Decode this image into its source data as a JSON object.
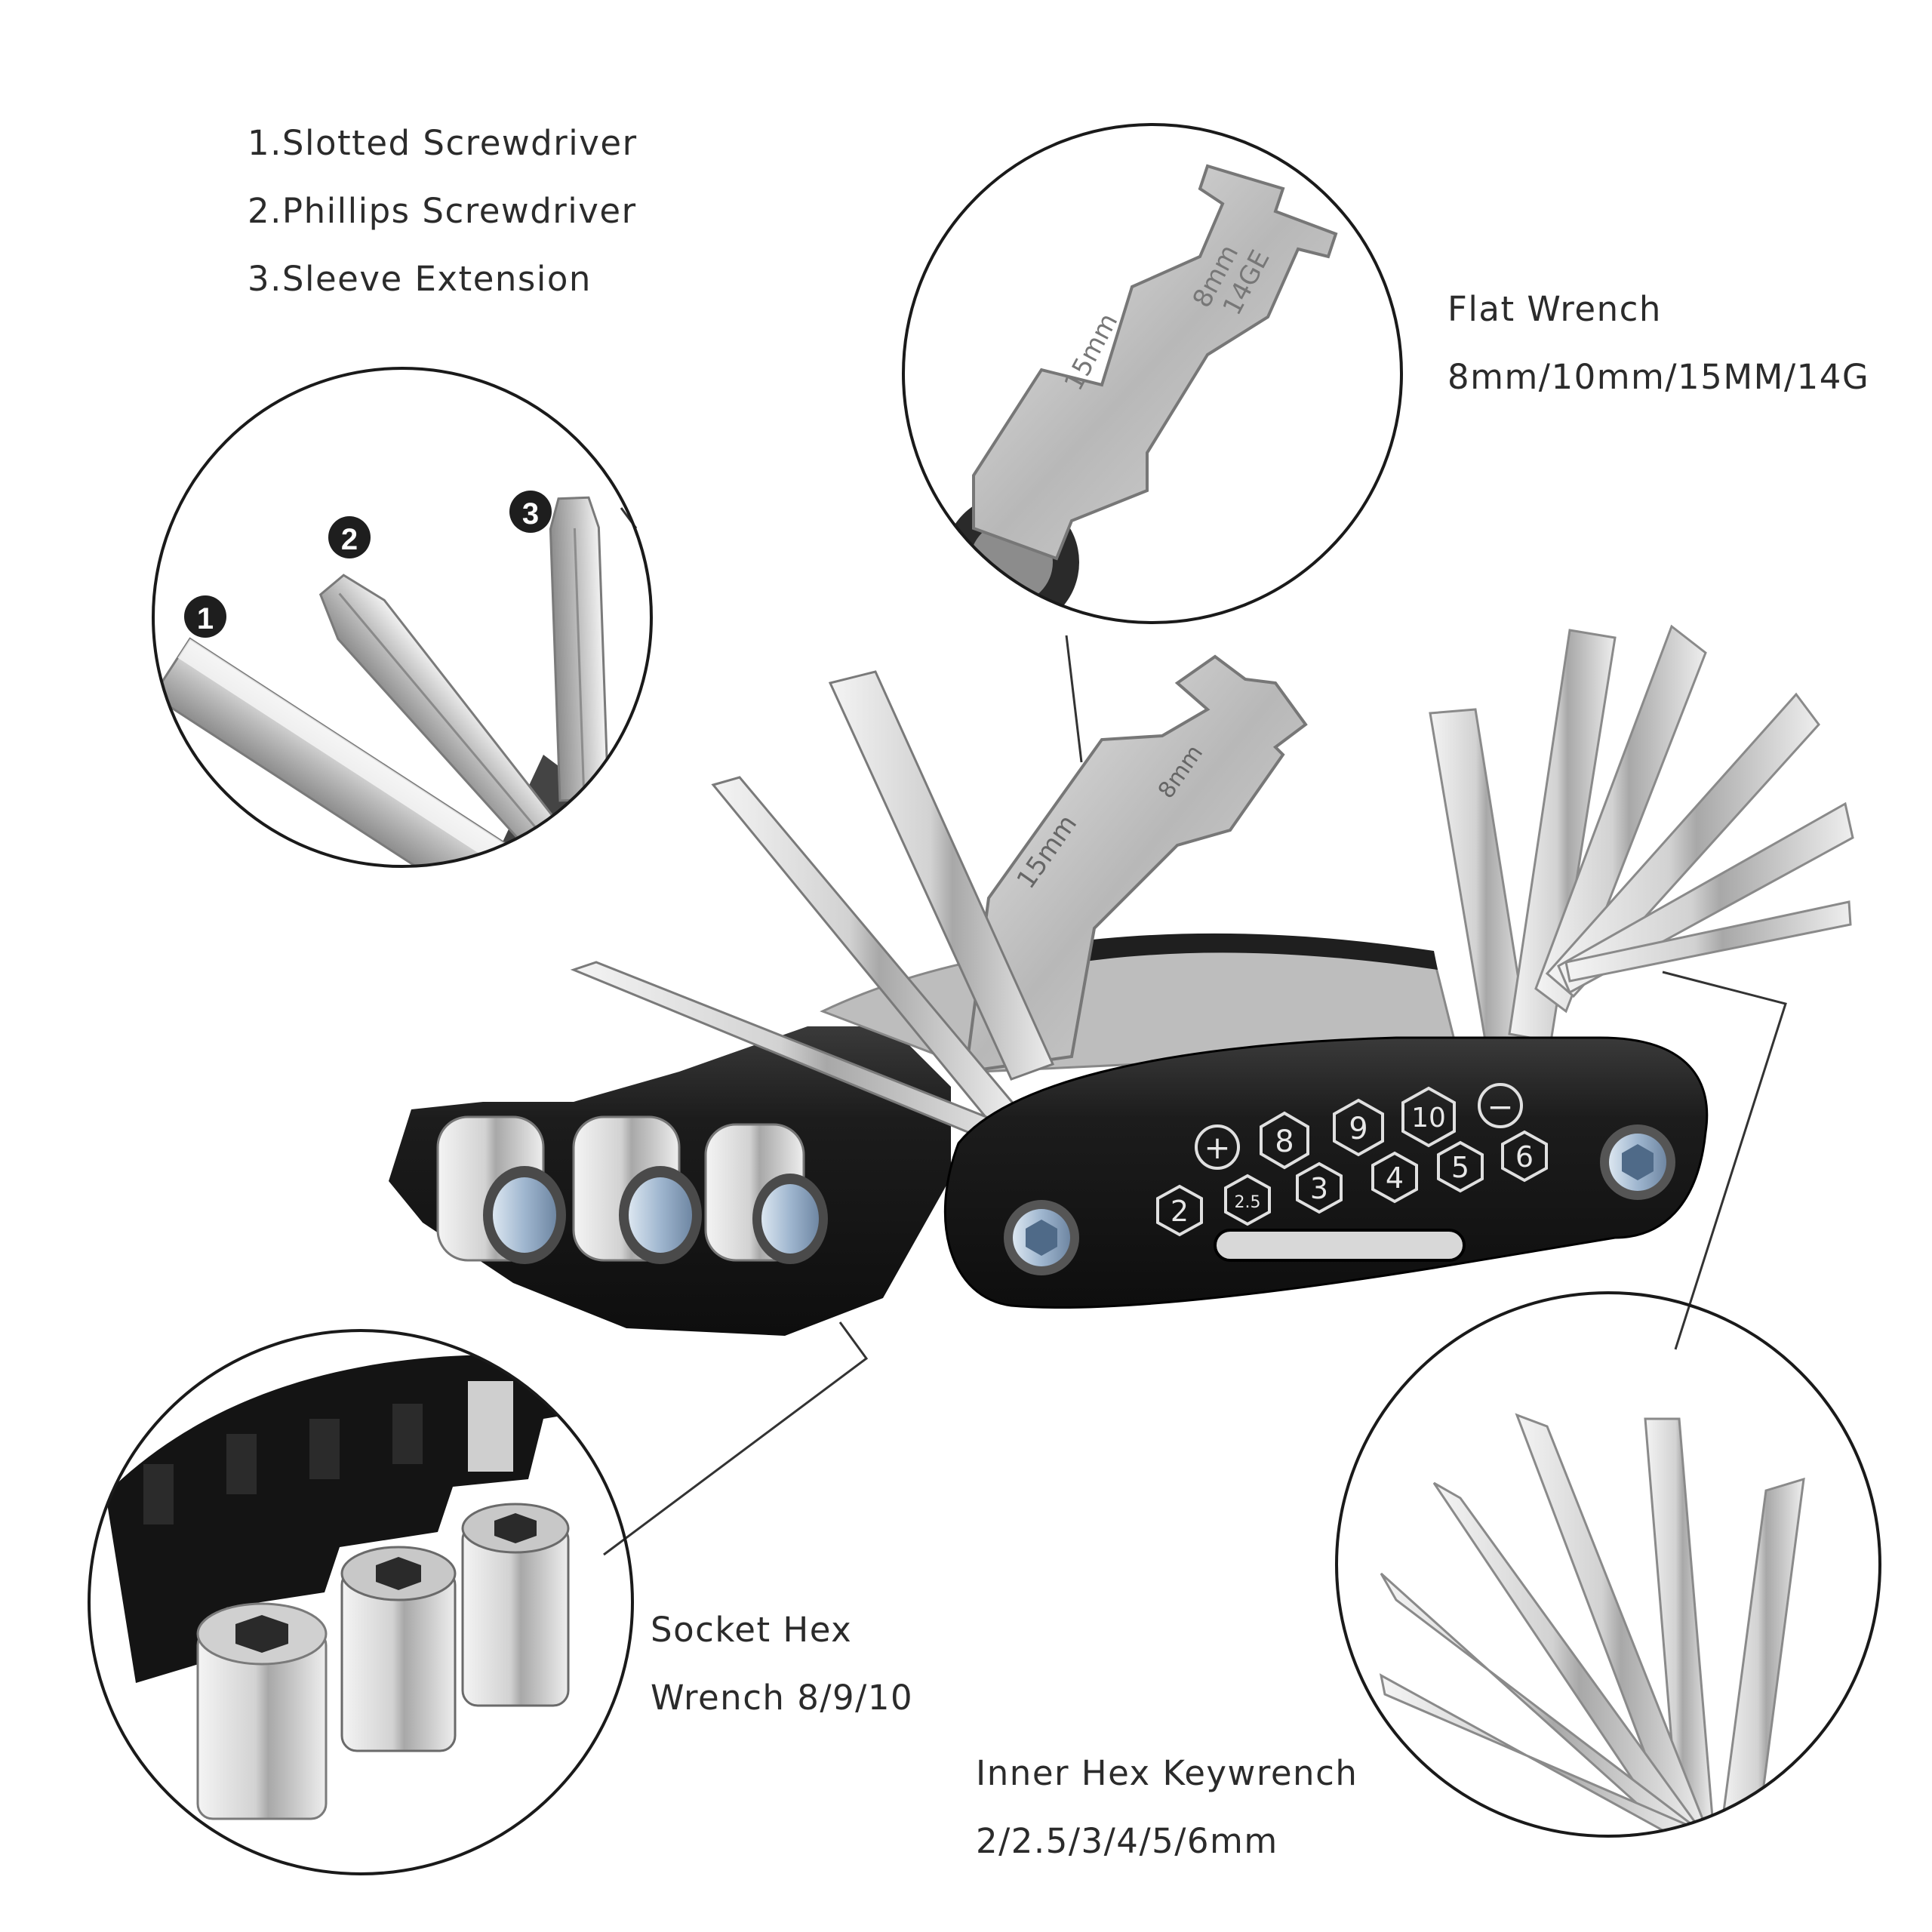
{
  "screwdrivers": {
    "lines": [
      "1.Slotted Screwdriver",
      "2.Phillips Screwdriver",
      "3.Sleeve Extension"
    ],
    "badges": [
      "1",
      "2",
      "3"
    ]
  },
  "flat_wrench": {
    "title": "Flat Wrench",
    "sizes": "8mm/10mm/15MM/14G",
    "stamps": [
      "15mm",
      "8mm",
      "14GE",
      "8mm"
    ]
  },
  "socket": {
    "line1": "Socket Hex",
    "line2": "Wrench 8/9/10"
  },
  "hex_keys": {
    "line1": "Inner Hex Keywrench",
    "line2": "2/2.5/3/4/5/6mm"
  },
  "body_marks": {
    "top_row": [
      "+",
      "8",
      "9",
      "10",
      "−"
    ],
    "bottom_row": [
      "2",
      "2.5",
      "3",
      "4",
      "5",
      "6"
    ]
  },
  "colors": {
    "body": "#1c1c1c",
    "steel_light": "#e4e4e4",
    "steel_dark": "#8a8a8a",
    "socket_blue": "#9fb6cf",
    "text": "#2b2b2b",
    "outline": "#1a1a1a"
  }
}
